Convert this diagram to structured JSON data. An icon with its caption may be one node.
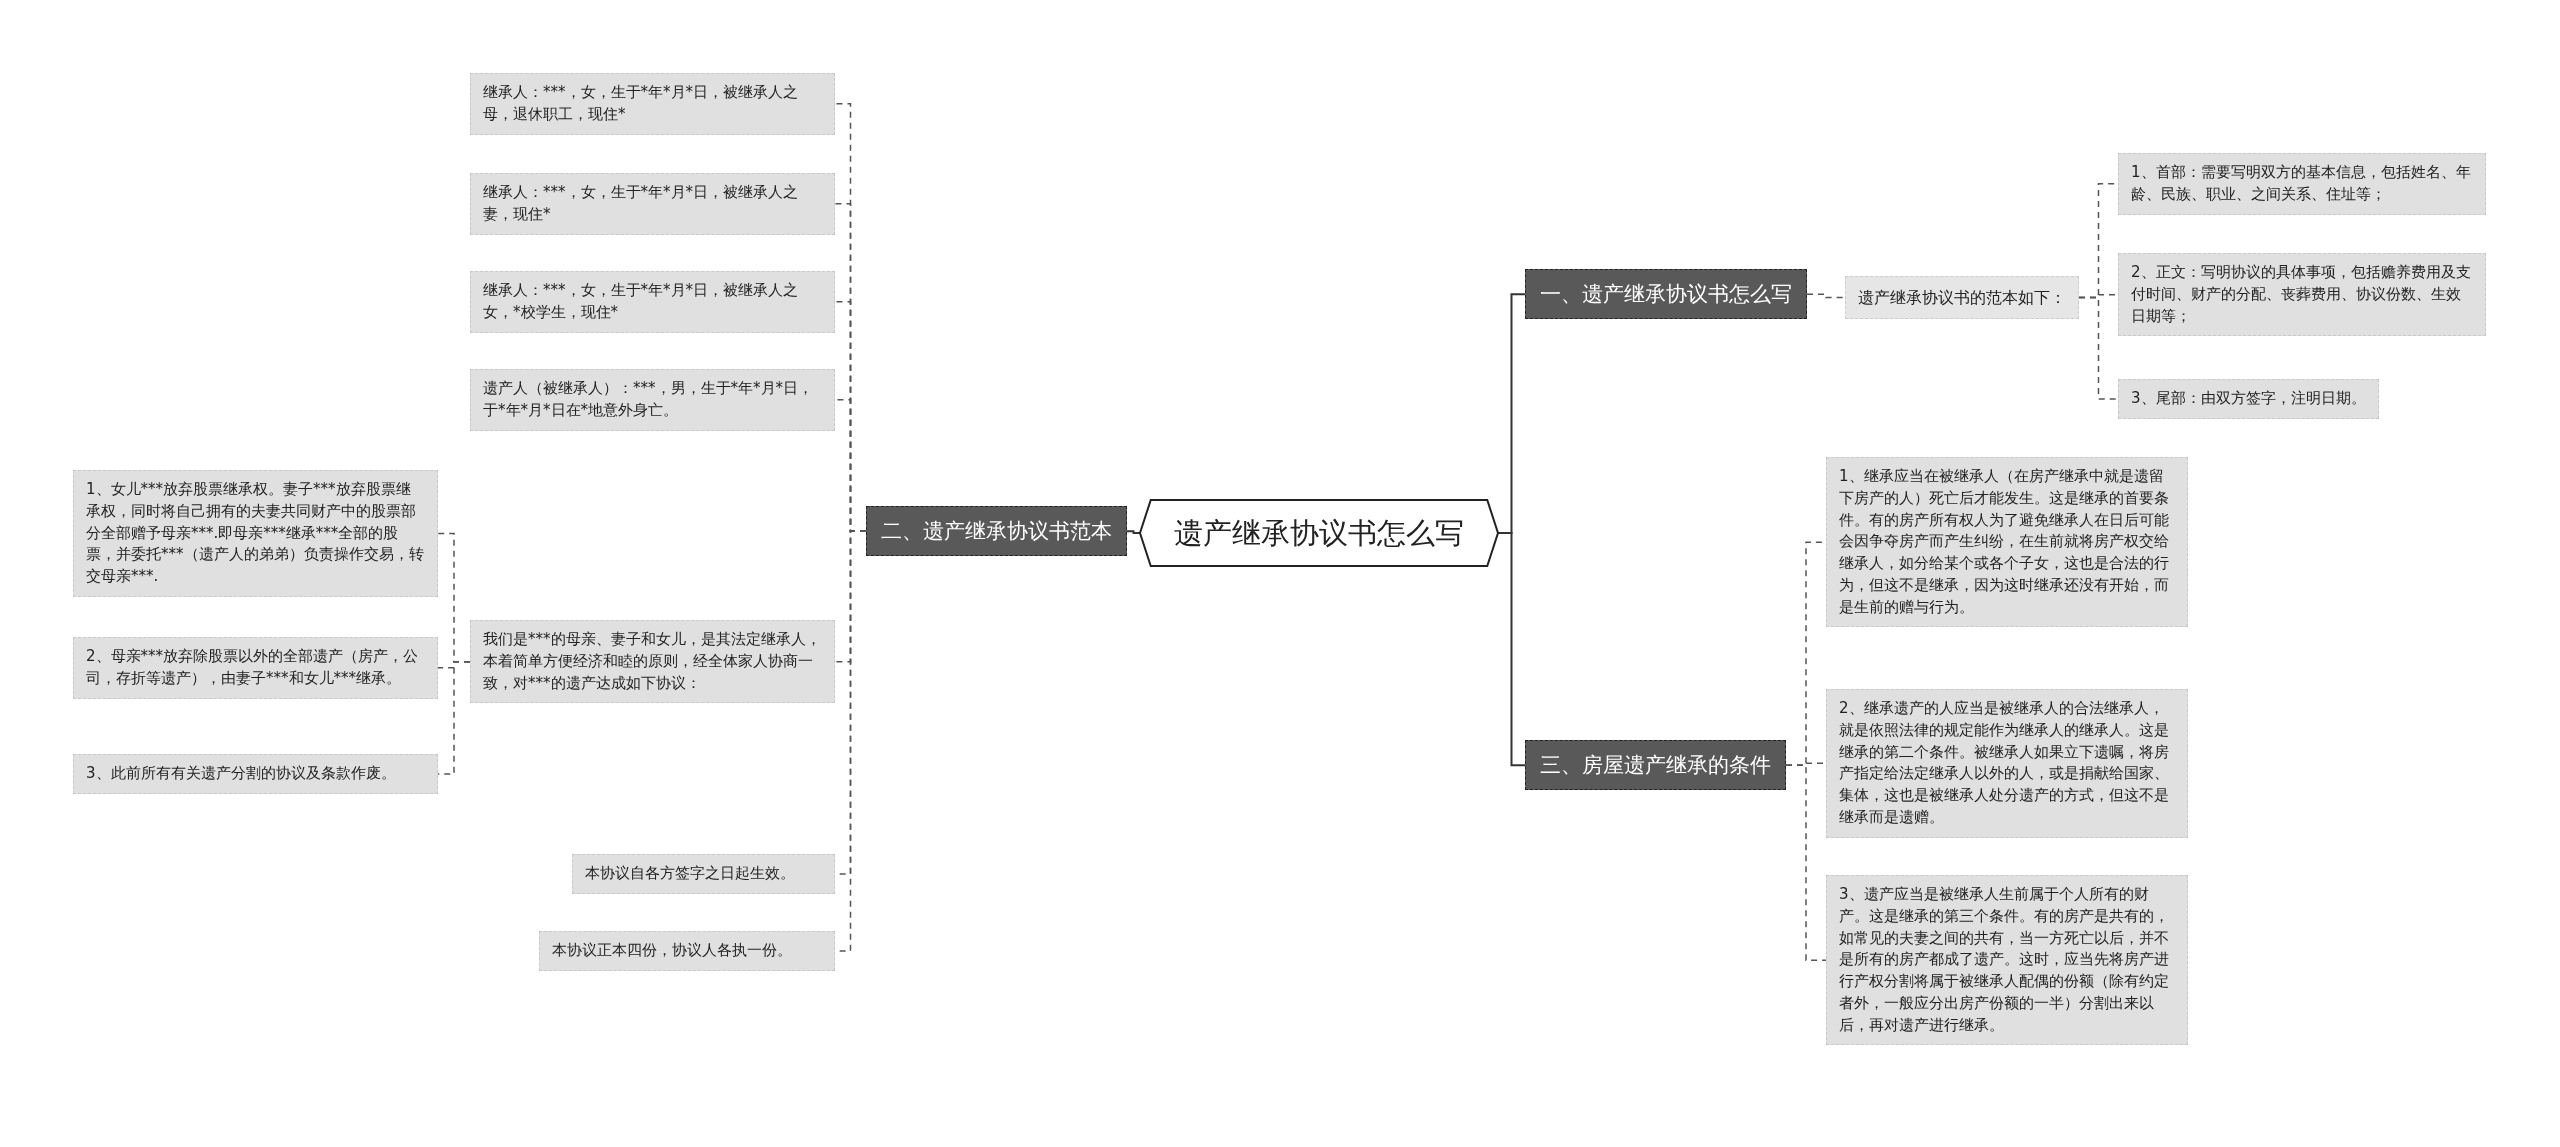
{
  "diagram": {
    "nodes": [
      {
        "text": [
          "遗产继承协议书怎么写"
        ]
      },
      {
        "text": [
          "一、遗产继承协议书怎么写"
        ]
      },
      {
        "text": [
          "遗产继承协议书的范本如下："
        ]
      },
      {
        "text": [
          "1、首部：需要写明双方的基本信息，包括姓名、年龄、民族、职业、之间关系、住址等；"
        ]
      },
      {
        "text": [
          "2、正文：写明协议的具体事项，包括赡养费用及支付时间、财产的分配、丧葬费用、协议份数、生效日期等；"
        ]
      },
      {
        "text": [
          "3、尾部：由双方签字，注明日期。"
        ]
      },
      {
        "text": [
          "二、遗产继承协议书范本"
        ]
      },
      {
        "text": [
          "继承人：***，女，生于*年*月*日，被继承人之母，退休职工，现住*"
        ]
      },
      {
        "text": [
          "继承人：***，女，生于*年*月*日，被继承人之妻，现住*"
        ]
      },
      {
        "text": [
          "继承人：***，女，生于*年*月*日，被继承人之女，*校学生，现住*"
        ]
      },
      {
        "text": [
          "遗产人（被继承人）：***，男，生于*年*月*日，于*年*月*日在*地意外身亡。"
        ]
      },
      {
        "text": [
          "我们是***的母亲、妻子和女儿，是其法定继承人，本着简单方便经济和睦的原则，经全体家人协商一致，对***的遗产达成如下协议："
        ]
      },
      {
        "text": [
          "本协议自各方签字之日起生效。"
        ]
      },
      {
        "text": [
          "本协议正本四份，协议人各执一份。"
        ]
      },
      {
        "text": [
          "1、女儿***放弃股票继承权。妻子***放弃股票继承权，同时将自己拥有的夫妻共同财产中的股票部分全部赠予母亲***.即母亲***继承***全部的股票，并委托***（遗产人的弟弟）负责操作交易，转交母亲***."
        ]
      },
      {
        "text": [
          "2、母亲***放弃除股票以外的全部遗产（房产，公司，存折等遗产），由妻子***和女儿***继承。"
        ]
      },
      {
        "text": [
          "3、此前所有有关遗产分割的协议及条款作废。"
        ]
      },
      {
        "text": [
          "三、房屋遗产继承的条件"
        ]
      },
      {
        "text": [
          "1、继承应当在被继承人（在房产继承中就是遗留下房产的人）死亡后才能发生。这是继承的首要条件。有的房产所有权人为了避免继承人在日后可能会因争夺房产而产生纠纷，在生前就将房产权交给继承人，如分给某个或各个子女，这也是合法的行为，但这不是继承，因为这时继承还没有开始，而是生前的赠与行为。"
        ]
      },
      {
        "text": [
          "2、继承遗产的人应当是被继承人的合法继承人，就是依照法律的规定能作为继承人的继承人。这是继承的第二个条件。被继承人如果立下遗嘱，将房产指定给法定继承人以外的人，或是捐献给国家、集体，这也是被继承人处分遗产的方式，但这不是继承而是遗赠。"
        ]
      },
      {
        "text": [
          "3、遗产应当是被继承人生前属于个人所有的财产。这是继承的第三个条件。有的房产是共有的，如常见的夫妻之间的共有，当一方死亡以后，并不是所有的房产都成了遗产。这时，应当先将房产进行产权分割将属于被继承人配偶的份额（除有约定者外，一般应分出房产份额的一半）分割出来以后，再对遗产进行继承。"
        ]
      }
    ],
    "edges": [
      {
        "from": 0,
        "to": 1,
        "arrow": "none"
      },
      {
        "from": 1,
        "to": 2,
        "arrow": "none",
        "style": "dashed"
      },
      {
        "from": 2,
        "to": 3,
        "arrow": "none",
        "style": "dashed"
      },
      {
        "from": 2,
        "to": 4,
        "arrow": "none",
        "style": "dashed"
      },
      {
        "from": 2,
        "to": 5,
        "arrow": "none",
        "style": "dashed"
      },
      {
        "from": 0,
        "to": 6,
        "arrow": "none"
      },
      {
        "from": 6,
        "to": 7,
        "arrow": "none",
        "style": "dashed"
      },
      {
        "from": 6,
        "to": 8,
        "arrow": "none",
        "style": "dashed"
      },
      {
        "from": 6,
        "to": 9,
        "arrow": "none",
        "style": "dashed"
      },
      {
        "from": 6,
        "to": 10,
        "arrow": "none",
        "style": "dashed"
      },
      {
        "from": 6,
        "to": 11,
        "arrow": "none",
        "style": "dashed"
      },
      {
        "from": 6,
        "to": 12,
        "arrow": "none",
        "style": "dashed"
      },
      {
        "from": 6,
        "to": 13,
        "arrow": "none",
        "style": "dashed"
      },
      {
        "from": 11,
        "to": 14,
        "arrow": "none",
        "style": "dashed"
      },
      {
        "from": 11,
        "to": 15,
        "arrow": "none",
        "style": "dashed"
      },
      {
        "from": 11,
        "to": 16,
        "arrow": "none",
        "style": "dashed"
      },
      {
        "from": 0,
        "to": 17,
        "arrow": "none"
      },
      {
        "from": 17,
        "to": 18,
        "arrow": "none",
        "style": "dashed"
      },
      {
        "from": 17,
        "to": 19,
        "arrow": "none",
        "style": "dashed"
      },
      {
        "from": 17,
        "to": 20,
        "arrow": "none",
        "style": "dashed"
      }
    ]
  }
}
